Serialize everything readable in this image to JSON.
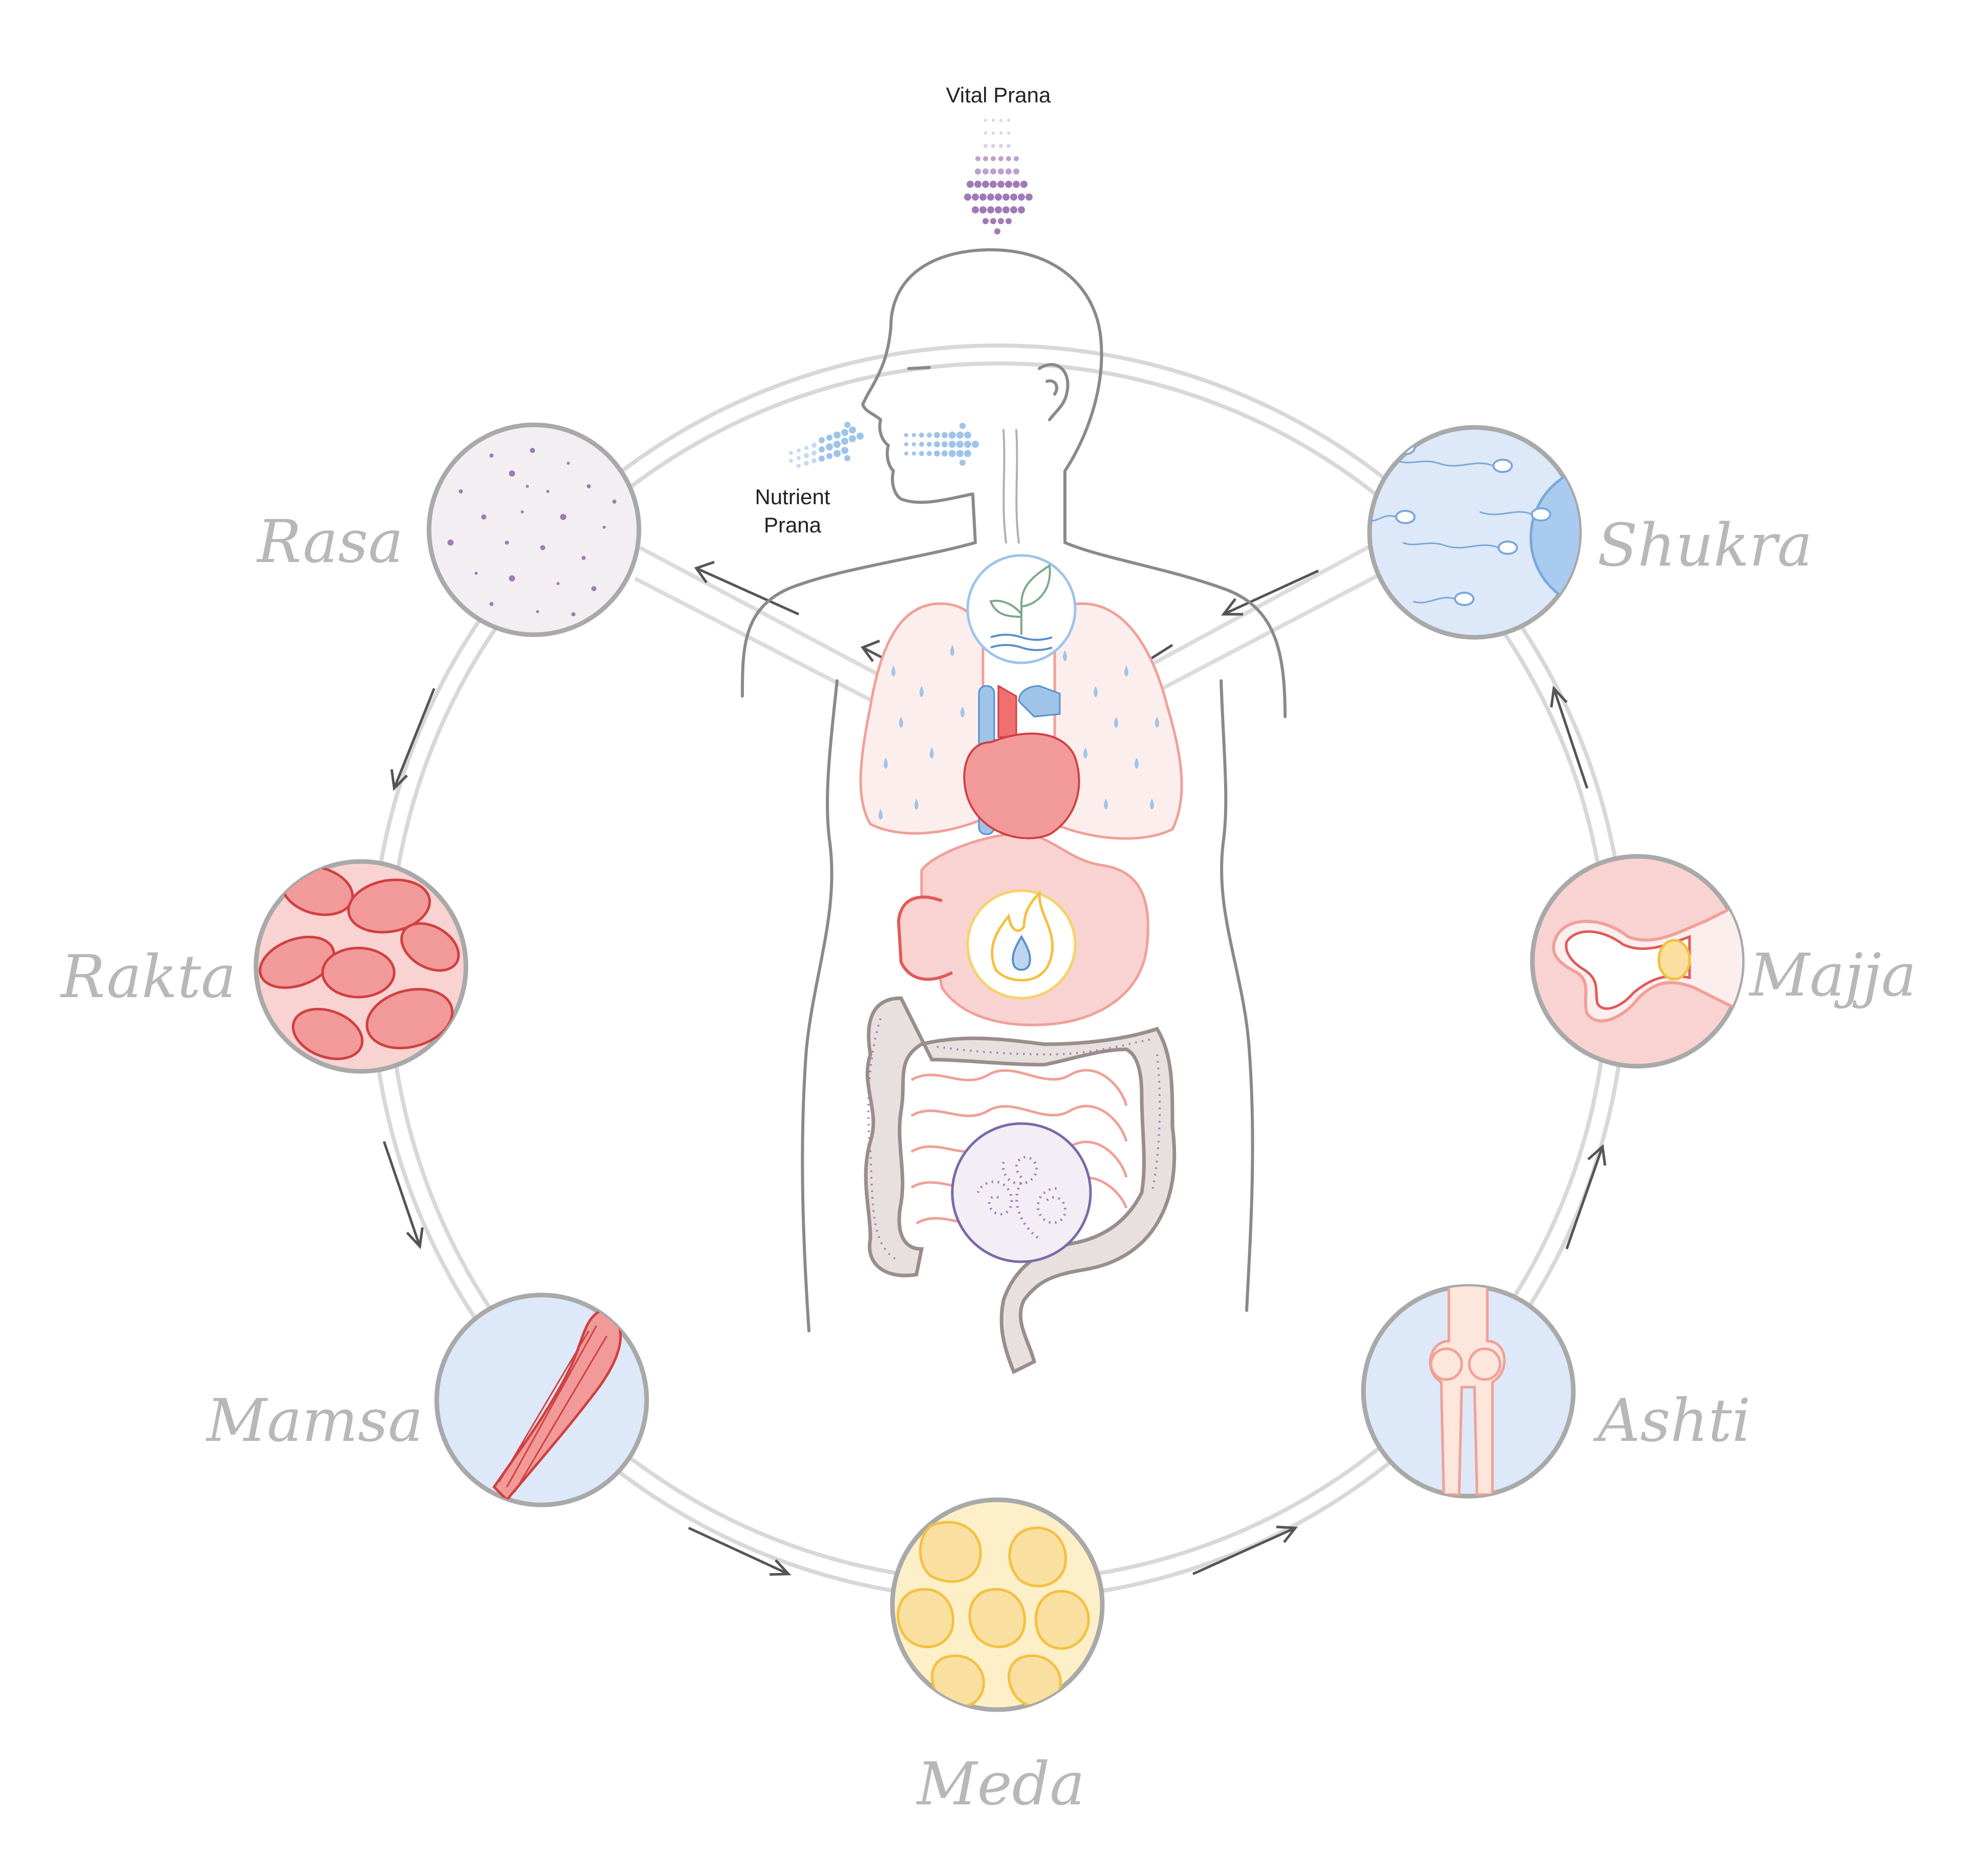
{
  "labels": {
    "vital_prana": "Vital Prana",
    "nutrient_prana_line1": "Nutrient",
    "nutrient_prana_line2": "Prana"
  },
  "tissues": [
    {
      "key": "rasa",
      "label": "Rasa",
      "icon": "plasma-dots-icon",
      "fill": "#f3eef2"
    },
    {
      "key": "rakta",
      "label": "Rakta",
      "icon": "blood-cells-icon",
      "fill": "#f9d2d2"
    },
    {
      "key": "mamsa",
      "label": "Mamsa",
      "icon": "muscle-icon",
      "fill": "#dde8f8"
    },
    {
      "key": "meda",
      "label": "Meda",
      "icon": "fat-cells-icon",
      "fill": "#fdf0c8"
    },
    {
      "key": "ashti",
      "label": "Ashti",
      "icon": "bone-joint-icon",
      "fill": "#dde8f8"
    },
    {
      "key": "majja",
      "label": "Majja",
      "icon": "bone-marrow-icon",
      "fill": "#f9d2d2"
    },
    {
      "key": "shukra",
      "label": "Shukra",
      "icon": "sperm-egg-icon",
      "fill": "#dde8f8"
    }
  ],
  "colors": {
    "ring": "#d6d6d6",
    "circle_border": "#a9a9a9",
    "label": "#b8b8b8",
    "arrow": "#555555",
    "body_outline": "#8a8a8a",
    "prana_purple": "#a07ab8",
    "nutrient_blue": "#9fc4ea"
  }
}
